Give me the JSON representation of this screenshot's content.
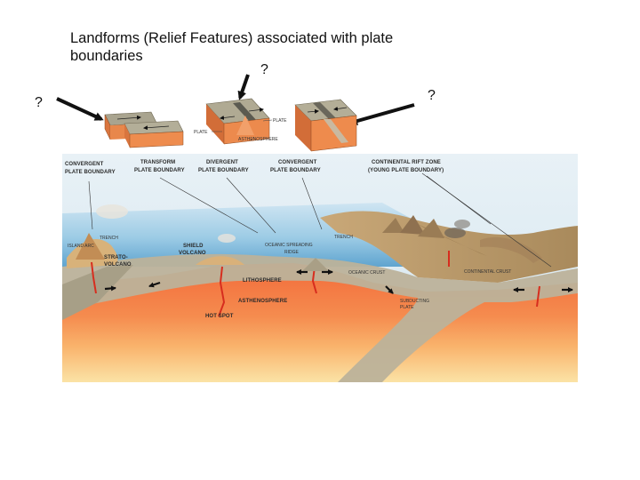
{
  "title": "Landforms (Relief Features) associated with plate boundaries",
  "question_marks": [
    "?",
    "?",
    "?"
  ],
  "block_labels": {
    "plate_upper": "PLATE",
    "plate_lower": "PLATE",
    "asthenosphere": "ASTHENOSPHERE"
  },
  "diagram_labels": {
    "convergent_left": [
      "CONVERGENT",
      "PLATE BOUNDARY"
    ],
    "transform": [
      "TRANSFORM",
      "PLATE BOUNDARY"
    ],
    "divergent": [
      "DIVERGENT",
      "PLATE BOUNDARY"
    ],
    "convergent_right": [
      "CONVERGENT",
      "PLATE BOUNDARY"
    ],
    "rift_zone": [
      "CONTINENTAL RIFT ZONE",
      "(YOUNG PLATE BOUNDARY)"
    ],
    "trench_left": "TRENCH",
    "island_arc": "ISLAND ARC",
    "strato_volcano": [
      "STRATO-",
      "VOLCANO"
    ],
    "shield_volcano": [
      "SHIELD",
      "VOLCANO"
    ],
    "spreading_ridge": [
      "OCEANIC SPREADING",
      "RIDGE"
    ],
    "trench_right": "TRENCH",
    "lithosphere": "LITHOSPHERE",
    "asthenosphere": "ASTHENOSPHERE",
    "hot_spot": "HOT SPOT",
    "oceanic_crust": "OCEANIC CRUST",
    "subducting_plate": [
      "SUBDUCTING",
      "PLATE"
    ],
    "continental_crust": "CONTINENTAL CRUST"
  },
  "colors": {
    "ocean": "#8fc3e0",
    "asthenosphere": "#f07a4a",
    "lithosphere": "#b7ad95",
    "arrow": "#111111"
  }
}
